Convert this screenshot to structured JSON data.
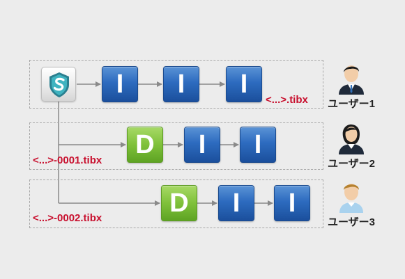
{
  "app": {
    "icon": "shield-s-logo-icon"
  },
  "rows": [
    {
      "blocks": [
        "I",
        "I",
        "I"
      ],
      "filename": "<...>.tibx",
      "user": {
        "label": "ユーザー1",
        "icon": "businessman-icon"
      }
    },
    {
      "blocks": [
        "D",
        "I",
        "I"
      ],
      "filename": "<...>-0001.tibx",
      "user": {
        "label": "ユーザー2",
        "icon": "businesswoman-icon"
      }
    },
    {
      "blocks": [
        "D",
        "I",
        "I"
      ],
      "filename": "<...>-0002.tibx",
      "user": {
        "label": "ユーザー3",
        "icon": "man-icon"
      }
    }
  ],
  "colors": {
    "incremental_block": "#2d6bbf",
    "differential_block": "#7fc13a",
    "filename_text": "#c8102e",
    "frame_border": "#a7a7a7",
    "connector": "#8a8a8a"
  }
}
